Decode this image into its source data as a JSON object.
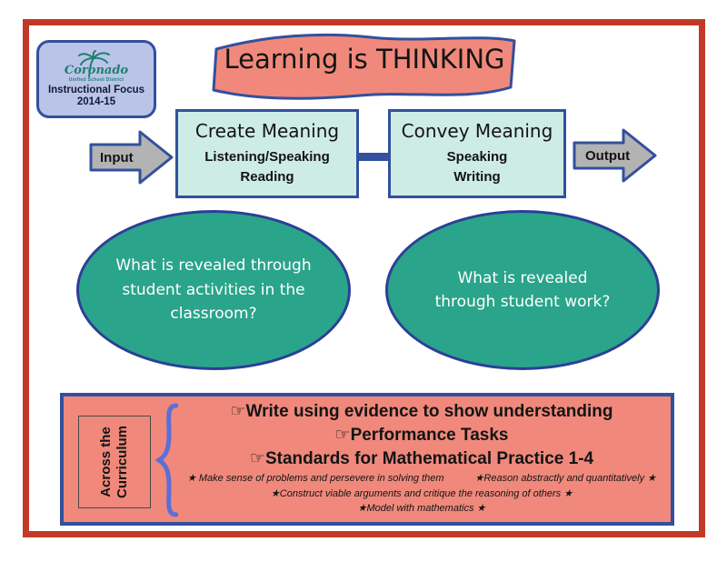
{
  "badge": {
    "logo": {
      "district_name": "Coronado",
      "district_subtitle": "Unified School District"
    },
    "line1": "Instructional Focus",
    "line2": "2014-15"
  },
  "banner": {
    "title": "Learning is THINKING"
  },
  "flow": {
    "input_label": "Input",
    "output_label": "Output",
    "create_box": {
      "title": "Create Meaning",
      "line1": "Listening/Speaking",
      "line2": "Reading"
    },
    "convey_box": {
      "title": "Convey Meaning",
      "line1": "Speaking",
      "line2": "Writing"
    }
  },
  "ellipses": {
    "left": "What is revealed through student activities in the classroom?",
    "right": "What is revealed through student work?"
  },
  "curriculum": {
    "side_label": "Across the Curriculum",
    "bullets": [
      "Write using evidence to show understanding",
      "Performance Tasks",
      "Standards for Mathematical Practice 1-4"
    ],
    "star_row1a": "★ Make sense of problems and persevere in solving them",
    "star_row1b": "★Reason abstractly and quantitatively ★",
    "star_row2": "★Construct viable arguments and critique the reasoning of others ★",
    "star_row3": "★Model with mathematics ★"
  },
  "icons": {
    "pointer": "☞",
    "star": "★"
  },
  "colors": {
    "page_border_red": "#c23a27",
    "shape_border_navy": "#32509d",
    "salmon": "#f0897b",
    "mint_teal": "#cdece5",
    "bubble_green": "#2aa48a",
    "arrow_gray": "#b3b3b3",
    "badge_lavender": "#b9c4e8",
    "brace_blue": "#5b6fd6",
    "logo_teal": "#1e7f6e"
  }
}
